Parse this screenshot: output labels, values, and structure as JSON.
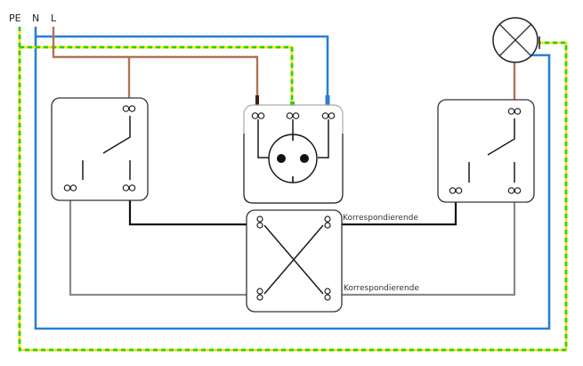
{
  "title": "Kreuzschaltung mit Steckdose (Schaltplan)",
  "conductors": {
    "pe": {
      "label": "PE",
      "color_a": "#2ecc1f",
      "color_b": "#f2e600"
    },
    "n": {
      "label": "N",
      "color": "#2a7fd4"
    },
    "l": {
      "label": "L",
      "color": "#b07355"
    }
  },
  "wire_colors": {
    "korrespondierende_1": "#111111",
    "korrespondierende_2": "#8a8a8a"
  },
  "labels": {
    "korrespondierende_top": "Korrespondierende",
    "korrespondierende_bottom": "Korrespondierende"
  },
  "components": [
    {
      "name": "Wechselschalter links",
      "type": "changeover-switch"
    },
    {
      "name": "Schutzkontaktsteckdose",
      "type": "socket"
    },
    {
      "name": "Kreuzschalter",
      "type": "cross-switch"
    },
    {
      "name": "Wechselschalter rechts",
      "type": "changeover-switch"
    },
    {
      "name": "Lampe",
      "type": "lamp"
    }
  ]
}
